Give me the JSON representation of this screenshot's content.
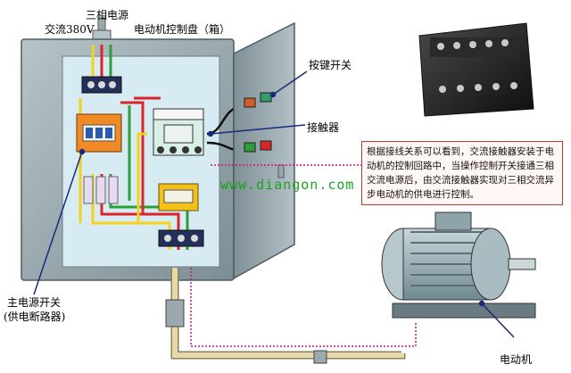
{
  "labels": {
    "three_phase_source": "三相电源",
    "ac_380v": "交流380V",
    "motor_control_panel": "电动机控制盘（箱）",
    "push_button_switch": "按键开关",
    "contactor": "接触器",
    "main_switch_line1": "主电源开关",
    "main_switch_line2": "(供电断路器)",
    "motor": "电动机"
  },
  "explanation_text": "根据接线关系可以看到，交流接触器安装于电动机的控制回路中，当操作控制开关接通三相交流电源后，由交流接触器实现对三相交流异步电动机的供电进行控制。",
  "watermark": "www.diangon.com",
  "colors": {
    "panel": "#8fa0a6",
    "panel_inner": "#cfe6ef",
    "door": "#8fa0a6",
    "wire_yellow": "#f2d21b",
    "wire_red": "#d8262a",
    "wire_green": "#2e9e3a",
    "breaker_orange": "#f08a24",
    "label_line": "#1a2a7a",
    "callout_border": "#c0392b",
    "watermark": "#19a31f",
    "conduit": "#e7d9a8",
    "dotted_pink": "#d0117a"
  },
  "icons": [
    "contactor-photo-icon",
    "motor-icon",
    "breaker-icon",
    "push-button-icon"
  ]
}
